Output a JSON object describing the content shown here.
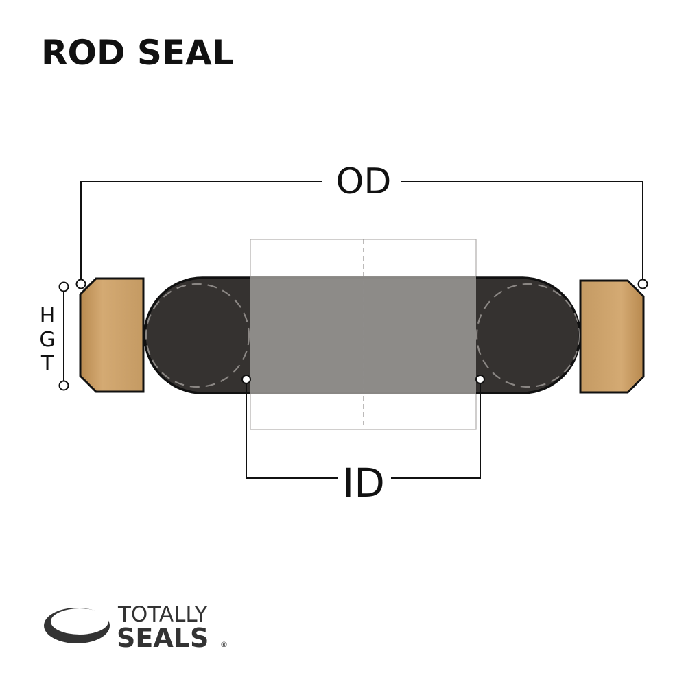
{
  "title": "ROD SEAL",
  "dimensions": {
    "outer_diameter": "OD",
    "inner_diameter": "ID",
    "height_letters": [
      "H",
      "G",
      "T"
    ]
  },
  "logo": {
    "line1": "TOTALLY",
    "line2": "SEALS",
    "registered_mark": "®"
  },
  "colors": {
    "title_text": "#111111",
    "outline": "#111111",
    "seal_body": "#353230",
    "bronze_ring": "#c49a63",
    "bronze_highlight": "#d5ac75",
    "rod_overlay": "#8b8885",
    "dashed_circle": "#8a8683",
    "logo_gray": "#333333"
  }
}
